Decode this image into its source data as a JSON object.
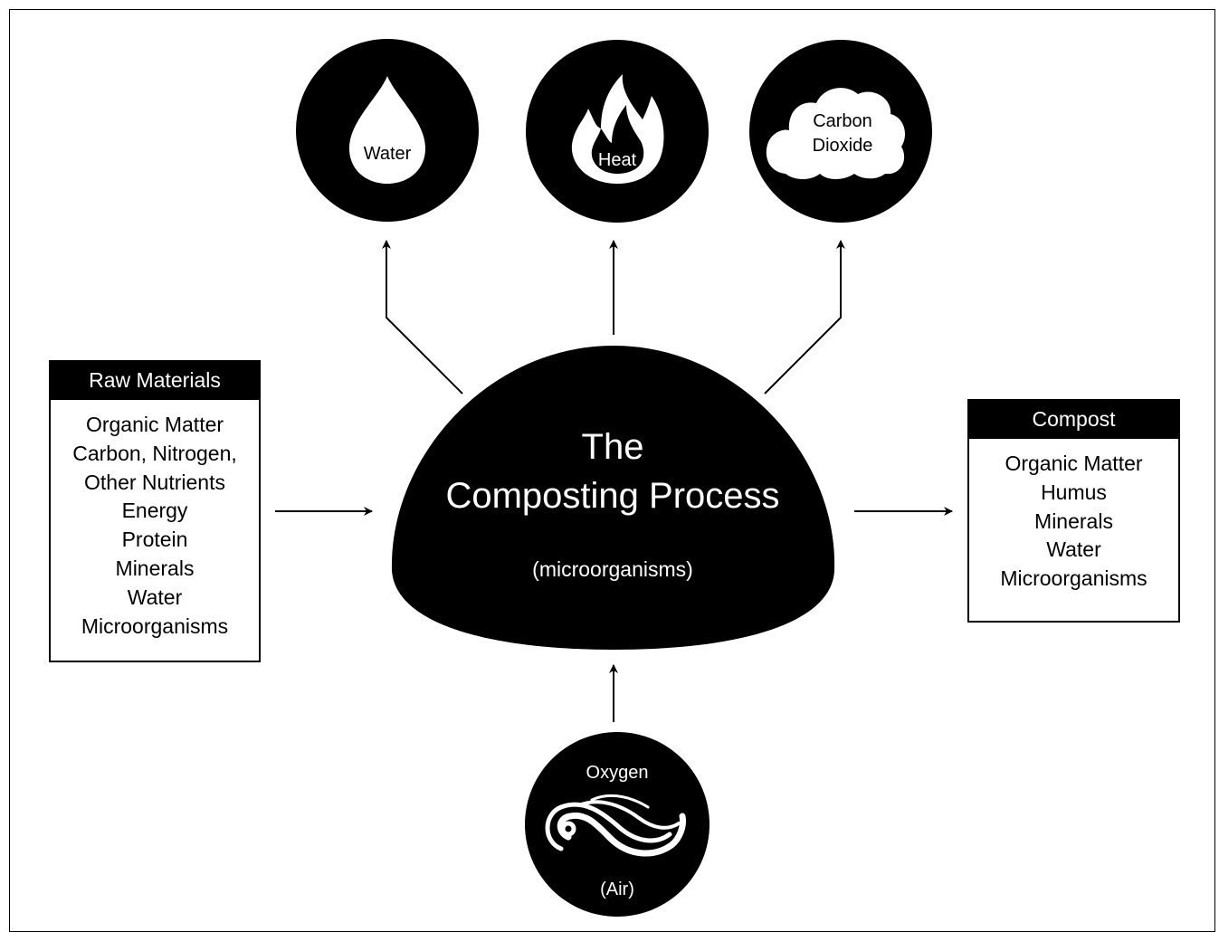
{
  "outputs": [
    {
      "label": "Water"
    },
    {
      "label": "Heat"
    },
    {
      "label_lines": [
        "Carbon",
        "Dioxide"
      ]
    }
  ],
  "input": {
    "label": "Oxygen",
    "sublabel": "(Air)"
  },
  "center": {
    "title_lines": [
      "The",
      "Composting Process"
    ],
    "subtitle": "(microorganisms)"
  },
  "raw_materials": {
    "header": "Raw Materials",
    "items": [
      "Organic Matter",
      "Carbon, Nitrogen,",
      "Other Nutrients",
      "Energy",
      "Protein",
      "Minerals",
      "Water",
      "Microorganisms"
    ]
  },
  "compost": {
    "header": "Compost",
    "items": [
      "Organic Matter",
      "Humus",
      "Minerals",
      "Water",
      "Microorganisms"
    ]
  },
  "colors": {
    "ink": "#000000",
    "paper": "#ffffff"
  }
}
